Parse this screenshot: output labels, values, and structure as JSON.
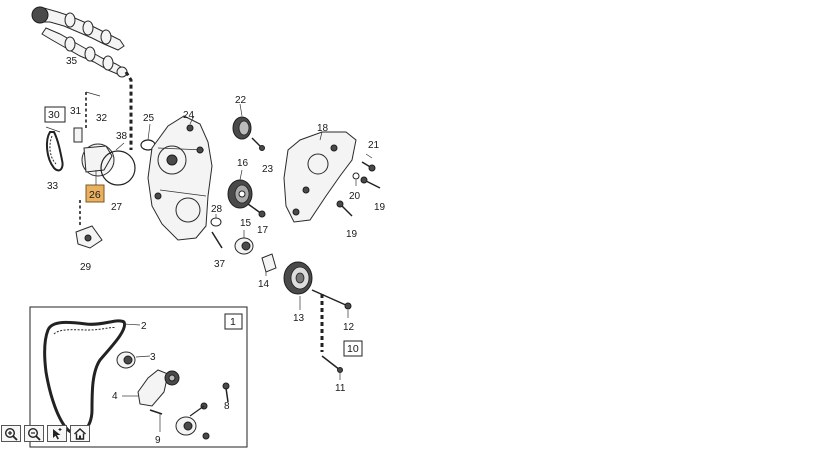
{
  "diagram": {
    "callouts": {
      "c35": "35",
      "c31": "31",
      "c32": "32",
      "c30": "30",
      "c33": "33",
      "c38": "38",
      "c25": "25",
      "c24": "24",
      "c22": "22",
      "c23": "23",
      "c18": "18",
      "c21": "21",
      "c16": "16",
      "c20": "20",
      "c19a": "19",
      "c19b": "19",
      "c26": "26",
      "c27": "27",
      "c28": "28",
      "c15": "15",
      "c17": "17",
      "c37": "37",
      "c29": "29",
      "c14": "14",
      "c13": "13",
      "c12": "12",
      "c10": "10",
      "c11": "11",
      "c1": "1",
      "c2": "2",
      "c3": "3",
      "c4": "4",
      "c8": "8",
      "c9": "9"
    },
    "highlight_color": "#e8b060"
  },
  "toolbar": {
    "buttons": [
      {
        "name": "zoom-in",
        "icon": "zoom-in-icon"
      },
      {
        "name": "zoom-out",
        "icon": "zoom-out-icon"
      },
      {
        "name": "select",
        "icon": "pointer-icon"
      },
      {
        "name": "home",
        "icon": "home-icon"
      }
    ]
  }
}
